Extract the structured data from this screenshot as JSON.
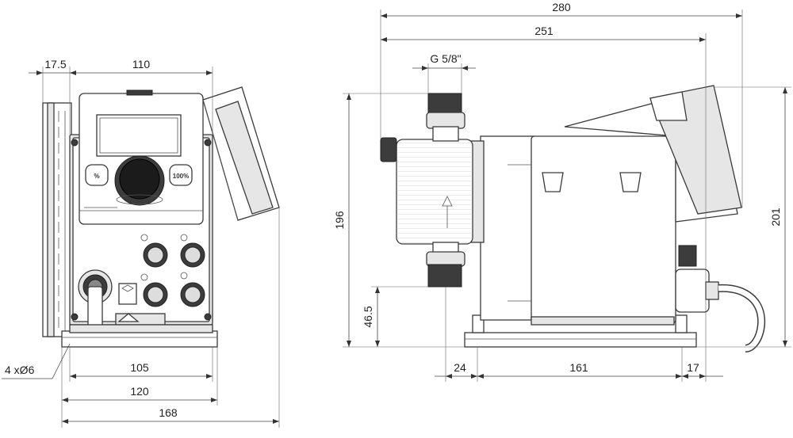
{
  "front_view": {
    "dimensions": {
      "wall_offset": "17.5",
      "housing_width": "110",
      "base_hole_spacing": "105",
      "base_width": "120",
      "overall_width": "168",
      "mounting_holes": "4 xØ6"
    },
    "panel": {
      "left_button": "%",
      "right_button": "100%"
    }
  },
  "side_view": {
    "dimensions": {
      "overall_length": "280",
      "length_to_back": "251",
      "port_thread": "G 5/8\"",
      "height_to_outlet": "196",
      "overall_height": "201",
      "height_to_inlet": "46.5",
      "inlet_offset": "24",
      "base_length": "161",
      "rear_offset": "17"
    }
  }
}
